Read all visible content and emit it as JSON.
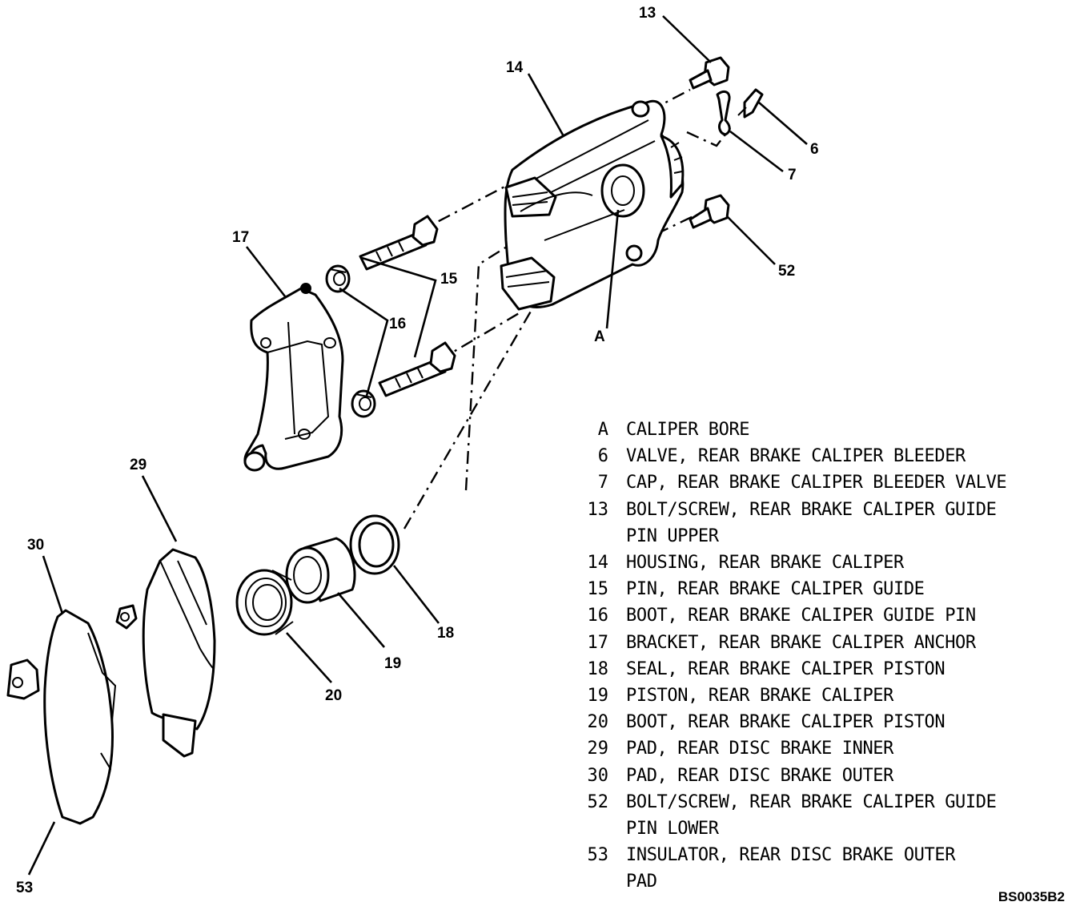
{
  "callouts": {
    "c13": "13",
    "c14": "14",
    "c6": "6",
    "c7": "7",
    "c52": "52",
    "c17": "17",
    "c15": "15",
    "c16": "16",
    "cA": "A",
    "c29": "29",
    "c30": "30",
    "c18": "18",
    "c19": "19",
    "c20": "20",
    "c53": "53"
  },
  "legend": [
    {
      "key": "A",
      "text": "CALIPER BORE"
    },
    {
      "key": "6",
      "text": "VALVE, REAR BRAKE CALIPER BLEEDER"
    },
    {
      "key": "7",
      "text": "CAP, REAR BRAKE CALIPER BLEEDER VALVE"
    },
    {
      "key": "13",
      "text": "BOLT/SCREW, REAR BRAKE CALIPER GUIDE",
      "cont": "PIN UPPER"
    },
    {
      "key": "14",
      "text": "HOUSING, REAR BRAKE CALIPER"
    },
    {
      "key": "15",
      "text": "PIN, REAR BRAKE CALIPER GUIDE"
    },
    {
      "key": "16",
      "text": "BOOT, REAR BRAKE CALIPER GUIDE PIN"
    },
    {
      "key": "17",
      "text": "BRACKET, REAR BRAKE CALIPER ANCHOR"
    },
    {
      "key": "18",
      "text": "SEAL, REAR BRAKE CALIPER PISTON"
    },
    {
      "key": "19",
      "text": "PISTON, REAR BRAKE CALIPER"
    },
    {
      "key": "20",
      "text": "BOOT, REAR BRAKE CALIPER PISTON"
    },
    {
      "key": "29",
      "text": "PAD, REAR DISC BRAKE INNER"
    },
    {
      "key": "30",
      "text": "PAD, REAR DISC BRAKE OUTER"
    },
    {
      "key": "52",
      "text": "BOLT/SCREW, REAR BRAKE CALIPER GUIDE",
      "cont": "PIN LOWER"
    },
    {
      "key": "53",
      "text": "INSULATOR, REAR DISC BRAKE OUTER",
      "cont": "PAD"
    }
  ],
  "figure_code": "BS0035B2"
}
